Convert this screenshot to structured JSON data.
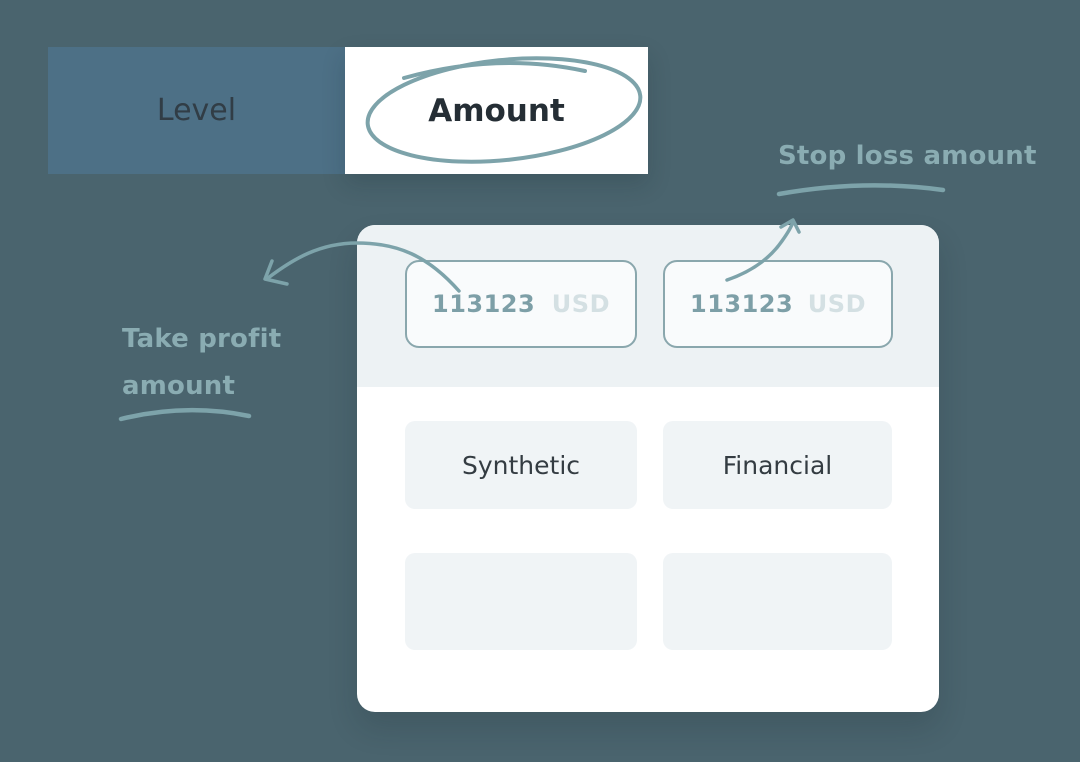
{
  "toggle": {
    "level_label": "Level",
    "amount_label": "Amount"
  },
  "annotations": {
    "stop_loss": "Stop loss amount",
    "take_profit_line1": "Take profit",
    "take_profit_line2": "amount"
  },
  "card": {
    "inputs": [
      {
        "name": "take-profit",
        "value": "113123",
        "currency": "USD"
      },
      {
        "name": "stop-loss",
        "value": "113123",
        "currency": "USD"
      }
    ],
    "buttons": [
      {
        "label": "Synthetic"
      },
      {
        "label": "Financial"
      }
    ],
    "empty_placeholders": 2
  },
  "hand_drawn_icons": [
    "circle-annotation-icon",
    "arrow-to-take-profit-icon",
    "arrow-to-stop-loss-icon",
    "underline-swoosh-stop-loss-icon",
    "underline-swoosh-take-profit-icon"
  ],
  "colors": {
    "page_background": "#4a646e",
    "level_tab_background": "#4d7086",
    "amount_tab_background": "#ffffff",
    "tab_text": "#252e35",
    "annotation_teal": "#8aacb2",
    "hand_drawn_stroke": "#7da3aa",
    "card_background": "#ffffff",
    "card_header_background": "#edf2f4",
    "input_border": "#8aa7ad",
    "input_value_text": "#7d9fa7",
    "input_currency_text": "#d4e0e3",
    "button_background": "#f0f4f6",
    "button_text": "#343c42"
  }
}
